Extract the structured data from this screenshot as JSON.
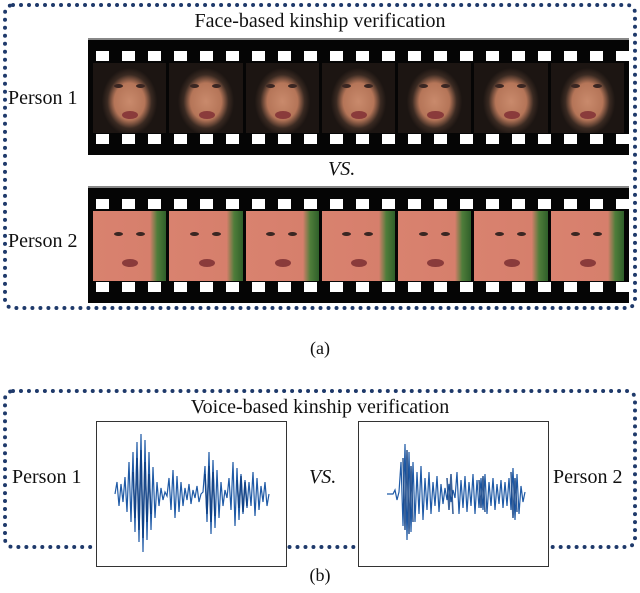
{
  "panel_a": {
    "title": "Face-based kinship verification",
    "person1_label": "Person 1",
    "person2_label": "Person 2",
    "vs_label": "VS.",
    "frames_per_strip": 7,
    "caption": "(a)"
  },
  "panel_b": {
    "title": "Voice-based kinship verification",
    "person1_label": "Person 1",
    "person2_label": "Person 2",
    "vs_label": "VS.",
    "caption": "(b)"
  },
  "colors": {
    "dotted_border": "#1f3a6b",
    "waveform": "#1f5aa6",
    "film": "#050505"
  }
}
